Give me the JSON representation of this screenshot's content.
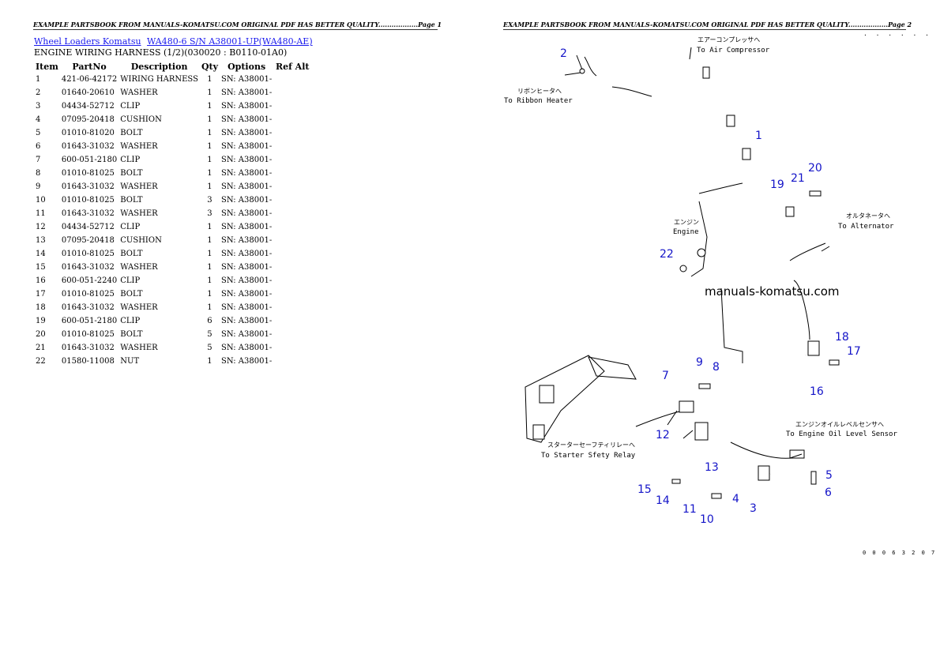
{
  "left_page": {
    "banner": "EXAMPLE PARTSBOOK FROM MANUALS-KOMATSU.COM ORIGINAL PDF HAS BETTER QUALITY..................Page 1",
    "breadcrumb": {
      "link1": "Wheel Loaders Komatsu",
      "link2": "WA480-6 S/N A38001-UP(WA480-AE)"
    },
    "heading": "ENGINE WIRING HARNESS (1/2)(030020 : B0110-01A0)",
    "columns": [
      "Item",
      "PartNo",
      "Description",
      "Qty",
      "Options",
      "Ref Alt"
    ],
    "rows": [
      {
        "item": "1",
        "partno": "421-06-42172",
        "description": "WIRING HARNESS",
        "qty": "1",
        "options": "SN: A38001-"
      },
      {
        "item": "2",
        "partno": "01640-20610",
        "description": "WASHER",
        "qty": "1",
        "options": "SN: A38001-"
      },
      {
        "item": "3",
        "partno": "04434-52712",
        "description": "CLIP",
        "qty": "1",
        "options": "SN: A38001-"
      },
      {
        "item": "4",
        "partno": "07095-20418",
        "description": "CUSHION",
        "qty": "1",
        "options": "SN: A38001-"
      },
      {
        "item": "5",
        "partno": "01010-81020",
        "description": "BOLT",
        "qty": "1",
        "options": "SN: A38001-"
      },
      {
        "item": "6",
        "partno": "01643-31032",
        "description": "WASHER",
        "qty": "1",
        "options": "SN: A38001-"
      },
      {
        "item": "7",
        "partno": "600-051-2180",
        "description": "CLIP",
        "qty": "1",
        "options": "SN: A38001-"
      },
      {
        "item": "8",
        "partno": "01010-81025",
        "description": "BOLT",
        "qty": "1",
        "options": "SN: A38001-"
      },
      {
        "item": "9",
        "partno": "01643-31032",
        "description": "WASHER",
        "qty": "1",
        "options": "SN: A38001-"
      },
      {
        "item": "10",
        "partno": "01010-81025",
        "description": "BOLT",
        "qty": "3",
        "options": "SN: A38001-"
      },
      {
        "item": "11",
        "partno": "01643-31032",
        "description": "WASHER",
        "qty": "3",
        "options": "SN: A38001-"
      },
      {
        "item": "12",
        "partno": "04434-52712",
        "description": "CLIP",
        "qty": "1",
        "options": "SN: A38001-"
      },
      {
        "item": "13",
        "partno": "07095-20418",
        "description": "CUSHION",
        "qty": "1",
        "options": "SN: A38001-"
      },
      {
        "item": "14",
        "partno": "01010-81025",
        "description": "BOLT",
        "qty": "1",
        "options": "SN: A38001-"
      },
      {
        "item": "15",
        "partno": "01643-31032",
        "description": "WASHER",
        "qty": "1",
        "options": "SN: A38001-"
      },
      {
        "item": "16",
        "partno": "600-051-2240",
        "description": "CLIP",
        "qty": "1",
        "options": "SN: A38001-"
      },
      {
        "item": "17",
        "partno": "01010-81025",
        "description": "BOLT",
        "qty": "1",
        "options": "SN: A38001-"
      },
      {
        "item": "18",
        "partno": "01643-31032",
        "description": "WASHER",
        "qty": "1",
        "options": "SN: A38001-"
      },
      {
        "item": "19",
        "partno": "600-051-2180",
        "description": "CLIP",
        "qty": "6",
        "options": "SN: A38001-"
      },
      {
        "item": "20",
        "partno": "01010-81025",
        "description": "BOLT",
        "qty": "5",
        "options": "SN: A38001-"
      },
      {
        "item": "21",
        "partno": "01643-31032",
        "description": "WASHER",
        "qty": "5",
        "options": "SN: A38001-"
      },
      {
        "item": "22",
        "partno": "01580-11008",
        "description": "NUT",
        "qty": "1",
        "options": "SN: A38001-"
      }
    ]
  },
  "right_page": {
    "banner": "EXAMPLE PARTSBOOK FROM MANUALS-KOMATSU.COM ORIGINAL PDF HAS BETTER QUALITY..................Page 2",
    "dots": "· · · · · ·",
    "watermark": "manuals-komatsu.com",
    "footer_code": "0 0 0 6 3 2 0 7",
    "labels": {
      "air_jp": "エアーコンプレッサへ",
      "air_en": "To Air Compressor",
      "ribbon_jp": "リボンヒータへ",
      "ribbon_en": "To Ribbon Heater",
      "engine_jp": "エンジン",
      "engine_en": "Engine",
      "alt_jp": "オルタネータへ",
      "alt_en": "To Alternator",
      "oil_jp": "エンジンオイルレベルセンサへ",
      "oil_en": "To Engine Oil Level Sensor",
      "starter_jp": "スターターセーフティリレーへ",
      "starter_en": "To Starter Sfety Relay"
    },
    "callouts": {
      "c1": "1",
      "c2": "2",
      "c3": "3",
      "c4": "4",
      "c5": "5",
      "c6": "6",
      "c7": "7",
      "c8": "8",
      "c9": "9",
      "c10": "10",
      "c11": "11",
      "c12": "12",
      "c13": "13",
      "c14": "14",
      "c15": "15",
      "c16": "16",
      "c17": "17",
      "c18": "18",
      "c19": "19",
      "c20": "20",
      "c21": "21",
      "c22": "22"
    },
    "colors": {
      "callout": "#1414c8",
      "link": "#1a1aee"
    }
  }
}
